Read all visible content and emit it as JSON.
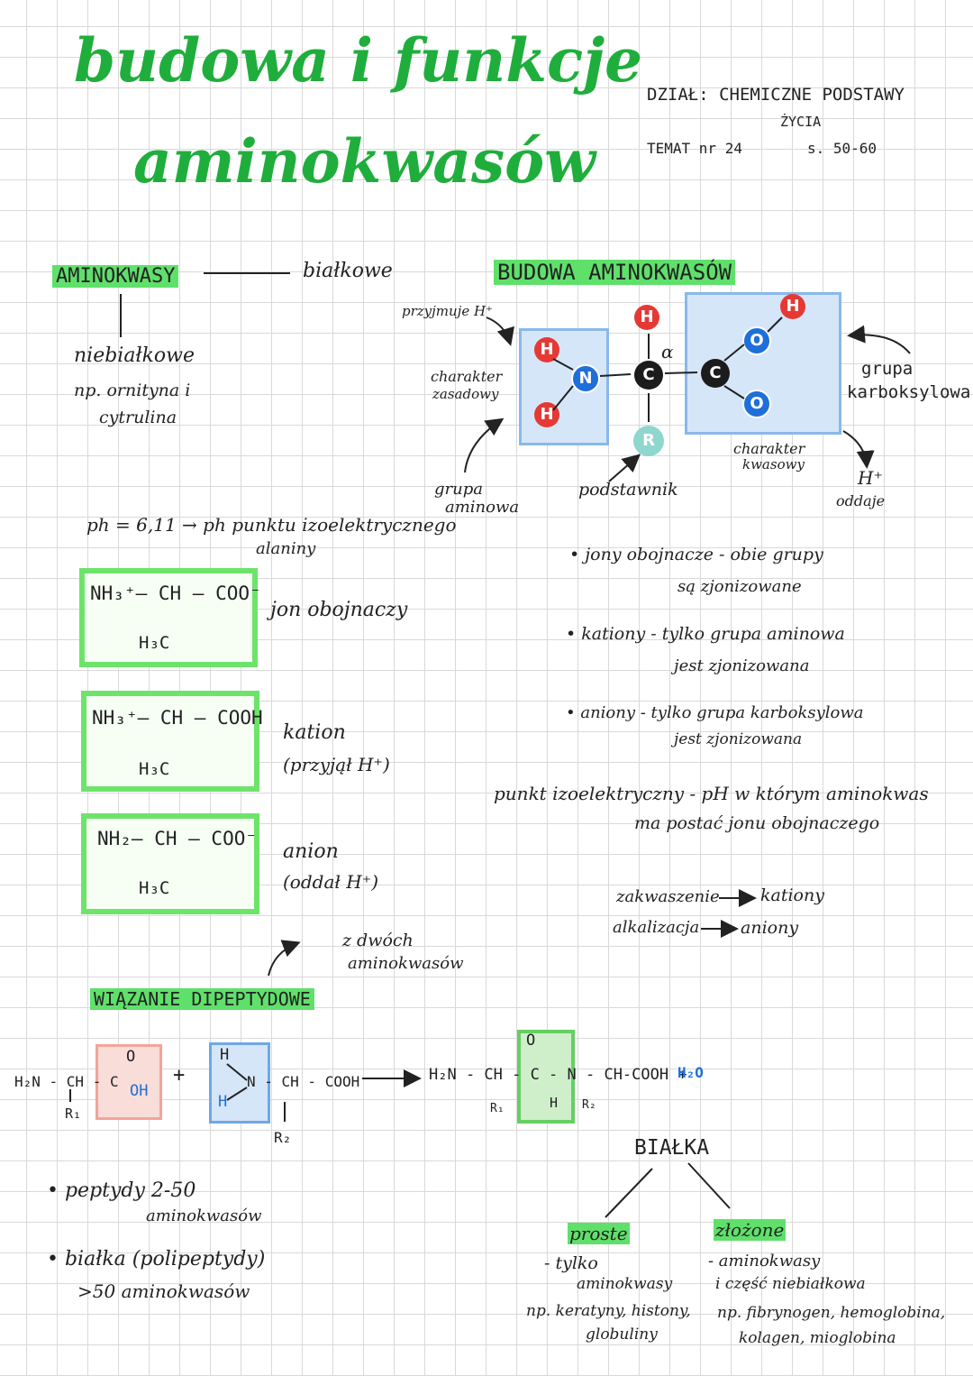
{
  "header": {
    "title_line1": "budowa i funkcje",
    "title_line2": "aminokwasów",
    "dzial": "DZIAŁ: CHEMICZNE PODSTAWY",
    "dzial_cont": "ŻYCIA",
    "temat": "TEMAT nr 24",
    "pages": "s. 50-60"
  },
  "classification": {
    "heading": "AMINOKWASY",
    "branch1": "białkowe",
    "branch2": "niebiałkowe",
    "example_1": "np. ornityna i",
    "example_2": "cytrulina"
  },
  "ph_note": {
    "line1": "ph = 6,11 → ph punktu izoelektrycznego",
    "line2": "alaniny"
  },
  "forms": [
    {
      "formula": "NH₃⁺– CH – COO⁻",
      "sub": "H₃C",
      "label1": "jon obojnaczy",
      "label2": ""
    },
    {
      "formula": "NH₃⁺– CH – COOH",
      "sub": "H₃C",
      "label1": "kation",
      "label2": "(przyjął H⁺)"
    },
    {
      "formula": "NH₂– CH – COO⁻",
      "sub": "H₃C",
      "label1": "anion",
      "label2": "(oddał H⁺)"
    }
  ],
  "structure": {
    "heading": "BUDOWA AMINOKWASÓW",
    "accepts": "przyjmuje H⁺",
    "basic_1": "charakter",
    "basic_2": "zasadowy",
    "amino_1": "grupa",
    "amino_2": "aminowa",
    "substituent": "podstawnik",
    "acidic_1": "charakter",
    "acidic_2": "kwasowy",
    "carboxyl_1": "grupa",
    "carboxyl_2": "karboksylowa",
    "gives_1": "H⁺",
    "gives_2": "oddaje",
    "alpha": "α",
    "atoms": {
      "h": "H",
      "n": "N",
      "c": "C",
      "o": "O",
      "r": "R"
    }
  },
  "ions": [
    {
      "line1": "• jony obojnacze - obie grupy",
      "line2": "są zjonizowane"
    },
    {
      "line1": "• kationy - tylko grupa aminowa",
      "line2": "jest zjonizowana"
    },
    {
      "line1": "• aniony - tylko grupa karboksylowa",
      "line2": "jest zjonizowana"
    }
  ],
  "isoelectric": {
    "line1": "punkt izoelektryczny - pH w którym aminokwas",
    "line2": "ma postać jonu obojnaczego"
  },
  "acidification": {
    "a_left": "zakwaszenie",
    "a_right": "kationy",
    "b_left": "alkalizacja",
    "b_right": "aniony"
  },
  "dipeptide": {
    "heading": "WIĄZANIE DIPEPTYDOWE",
    "note_1": "z dwóch",
    "note_2": "aminokwasów",
    "left_formula": "H₂N - CH - C",
    "left_r": "R₁",
    "left_o": "O",
    "left_oh": "OH",
    "plus": "+",
    "right_h1": "H",
    "right_h2": "H",
    "right_formula": "N - CH - COOH",
    "right_r": "R₂",
    "product": "H₂N - CH - C - N - CH-COOH +",
    "water": "H₂O",
    "prod_o": "O",
    "prod_h": "H",
    "prod_r1": "R₁",
    "prod_r2": "R₂"
  },
  "peptides": {
    "p1_1": "• peptydy 2-50",
    "p1_2": "aminokwasów",
    "p2_1": "• białka (polipeptydy)",
    "p2_2": ">50 aminokwasów"
  },
  "proteins": {
    "heading": "BIAŁKA",
    "simple": "proste",
    "simple_1": "- tylko",
    "simple_2": "aminokwasy",
    "simple_3": "np. keratyny, histony,",
    "simple_4": "globuliny",
    "complex": "złożone",
    "complex_1": "- aminokwasy",
    "complex_2": "i część niebiałkowa",
    "complex_3": "np. fibrynogen, hemoglobina,",
    "complex_4": "kolagen, mioglobina"
  }
}
